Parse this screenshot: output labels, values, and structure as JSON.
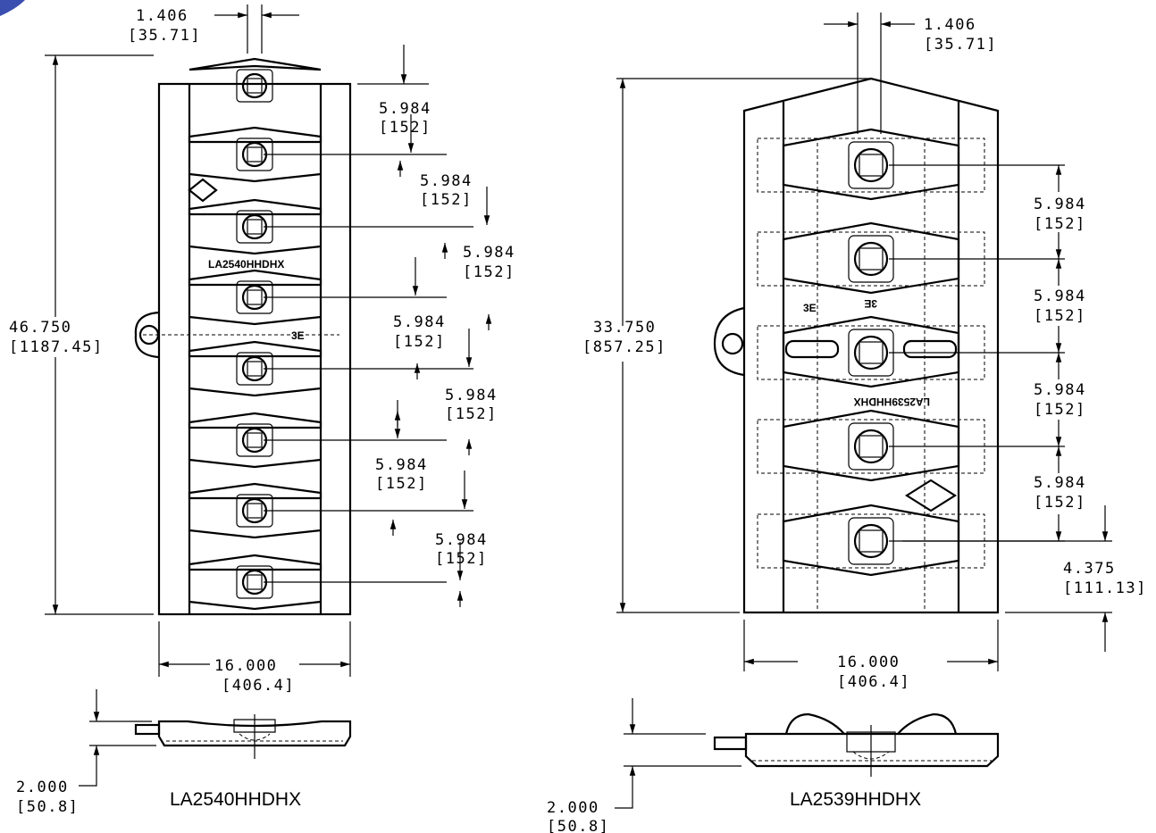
{
  "left_view": {
    "width_in": "1.406",
    "width_mm": "[35.71]",
    "height_in": "46.750",
    "height_mm": "[1187.45]",
    "overall_in": "16.000",
    "overall_mm": "[406.4]",
    "pitch": [
      {
        "in": "5.984",
        "mm": "[152]"
      },
      {
        "in": "5.984",
        "mm": "[152]"
      },
      {
        "in": "5.984",
        "mm": "[152]"
      },
      {
        "in": "5.984",
        "mm": "[152]"
      },
      {
        "in": "5.984",
        "mm": "[152]"
      },
      {
        "in": "5.984",
        "mm": "[152]"
      },
      {
        "in": "5.984",
        "mm": "[152]"
      }
    ],
    "part_marking": "LA2540HHDHX",
    "side_marking": "3E",
    "thickness_in": "2.000",
    "thickness_mm": "[50.8]",
    "caption": "LA2540HHDHX"
  },
  "right_view": {
    "width_in": "1.406",
    "width_mm": "[35.71]",
    "height_in": "33.750",
    "height_mm": "[857.25]",
    "overall_in": "16.000",
    "overall_mm": "[406.4]",
    "pitch": [
      {
        "in": "5.984",
        "mm": "[152]"
      },
      {
        "in": "5.984",
        "mm": "[152]"
      },
      {
        "in": "5.984",
        "mm": "[152]"
      },
      {
        "in": "5.984",
        "mm": "[152]"
      }
    ],
    "end_in": "4.375",
    "end_mm": "[111.13]",
    "part_marking": "LA2539HHDHX",
    "side_marking_1": "3E",
    "side_marking_2": "3E",
    "thickness_in": "2.000",
    "thickness_mm": "[50.8]",
    "caption": "LA2539HHDHX"
  }
}
